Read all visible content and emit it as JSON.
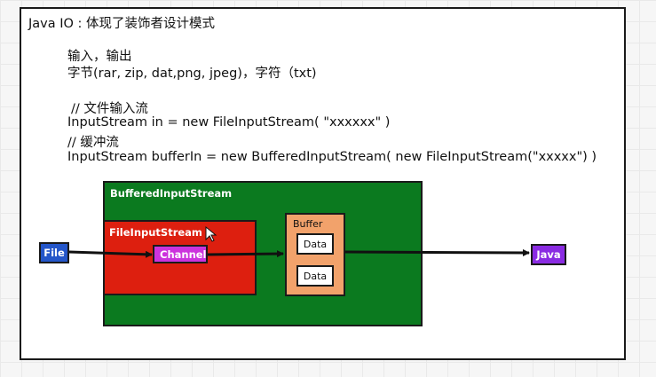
{
  "note": {
    "title": "Java IO : 体现了装饰者设计模式",
    "lines": [
      "输入，输出",
      "字节(rar, zip, dat,png, jpeg)，字符（txt)",
      "// 文件输入流",
      "InputStream in = new FileInputStream( \"xxxxxx\" )",
      "// 缓冲流",
      "InputStream bufferIn = new BufferedInputStream( new FileInputStream(\"xxxxx\") )"
    ]
  },
  "diagram": {
    "buffered_label": "BufferedInputStream",
    "file_input_label": "FileInputStream",
    "channel_label": "Channel",
    "buffer_label": "Buffer",
    "data_labels": [
      "Data",
      "Data"
    ],
    "file_label": "File",
    "java_label": "Java",
    "colors": {
      "buffered": "#0b7a1f",
      "file_input": "#dd1f0f",
      "channel": "#cc33dd",
      "buffer": "#f2a26b",
      "file": "#2456c9",
      "java": "#8a2be2"
    }
  }
}
